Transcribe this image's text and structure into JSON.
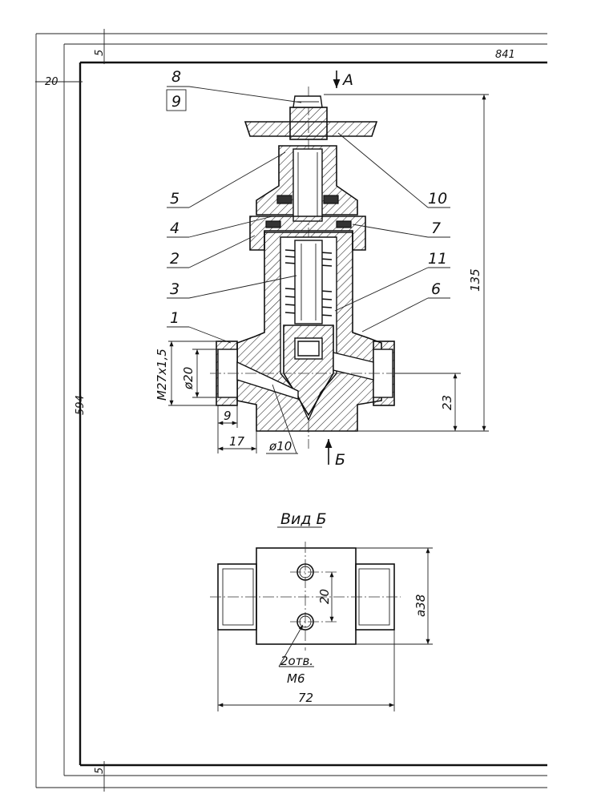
{
  "frame": {
    "sheet_width": "841",
    "sheet_height": "594",
    "margin_left": "20",
    "margin_top": "5",
    "margin_bottom": "5"
  },
  "arrows": {
    "top": "A",
    "bottom": "Б"
  },
  "parts": [
    "8",
    "9",
    "5",
    "4",
    "2",
    "3",
    "1",
    "10",
    "7",
    "11",
    "6"
  ],
  "dims_main": {
    "thread": "M27x1,5",
    "bore": "ø20",
    "width9": "9",
    "width17": "17",
    "hole": "ø10",
    "height23": "23",
    "height135": "135"
  },
  "view_b": {
    "title": "Вид Б",
    "holes_spacing": "20",
    "side": "a38",
    "width": "72",
    "note1": "2отв.",
    "note2": "M6"
  }
}
